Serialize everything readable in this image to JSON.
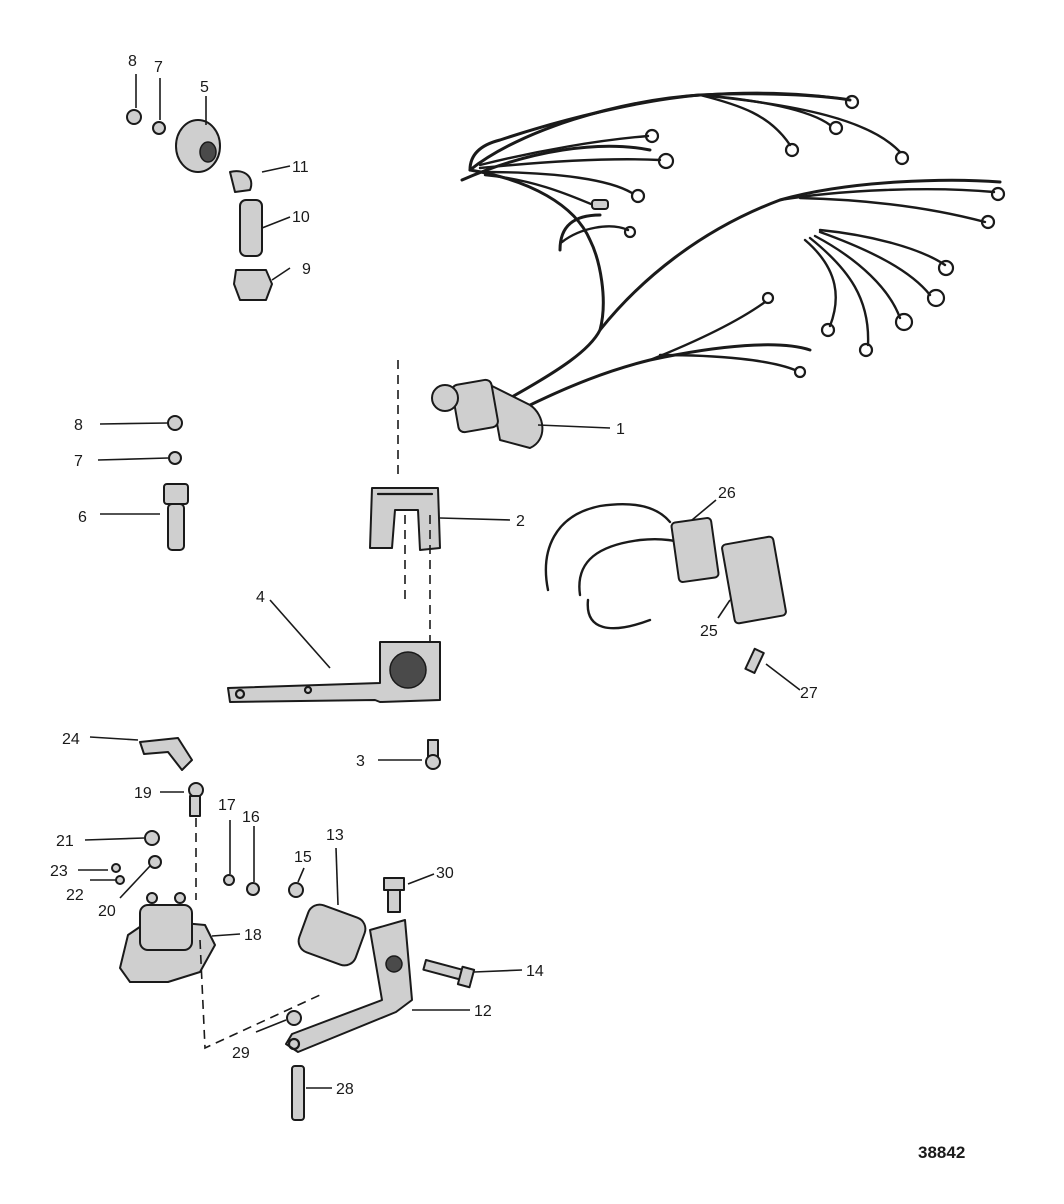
{
  "diagram": {
    "figure_number": "38842",
    "callouts": [
      "1",
      "2",
      "3",
      "4",
      "5",
      "6",
      "7",
      "8",
      "9",
      "10",
      "11",
      "12",
      "13",
      "14",
      "15",
      "16",
      "17",
      "18",
      "19",
      "20",
      "21",
      "22",
      "23",
      "24",
      "25",
      "26",
      "27",
      "28",
      "29",
      "30"
    ]
  }
}
